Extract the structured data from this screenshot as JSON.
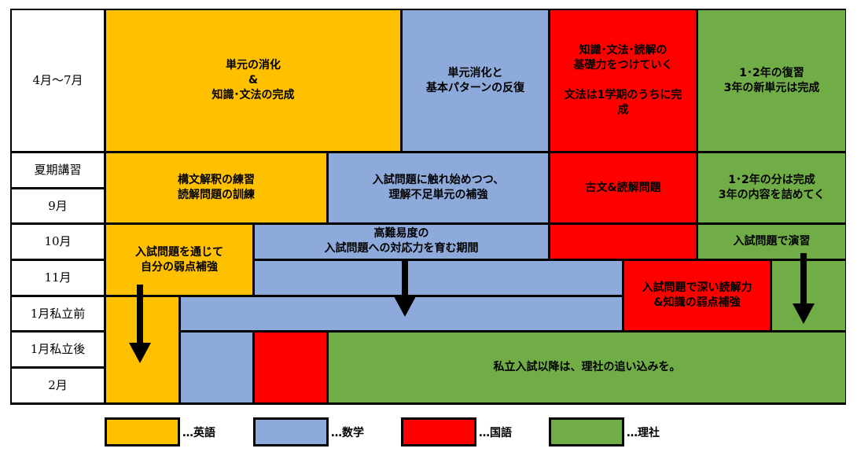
{
  "rows": [
    "4月～7月",
    "夏期講習",
    "9月",
    "10月",
    "11月",
    "1月私立前",
    "1月私立後",
    "2月"
  ],
  "cells": {
    "en1": "単元の消化\n&\n知識･文法の完成",
    "ma1": "単元消化と\n基本パターンの反復",
    "ja1": "知識･文法･読解の\n基礎力をつけていく\n\n文法は1学期のうちに完\n成",
    "sc1": "1･2年の復習\n3年の新単元は完成",
    "en2": "構文解釈の練習\n読解問題の訓練",
    "ma2": "入試問題に触れ始めつつ、\n理解不足単元の補強",
    "ja2": "古文&読解問題",
    "sc2": "1･2年の分は完成\n3年の内容を詰めてく",
    "en3": "入試問題を通じて\n自分の弱点補強",
    "ma3": "高難易度の\n入試問題への対応力を育む期間",
    "sc3": "入試問題で演習",
    "ja4": "入試問題で深い読解力\n&知識の弱点補強",
    "sc6": "私立入試以降は、理社の追い込みを。"
  },
  "legend": [
    {
      "label": "…英語",
      "color": "#ffc000"
    },
    {
      "label": "…数学",
      "color": "#8eaadb"
    },
    {
      "label": "…国語",
      "color": "#ff0000"
    },
    {
      "label": "…理社",
      "color": "#70ad47"
    }
  ]
}
